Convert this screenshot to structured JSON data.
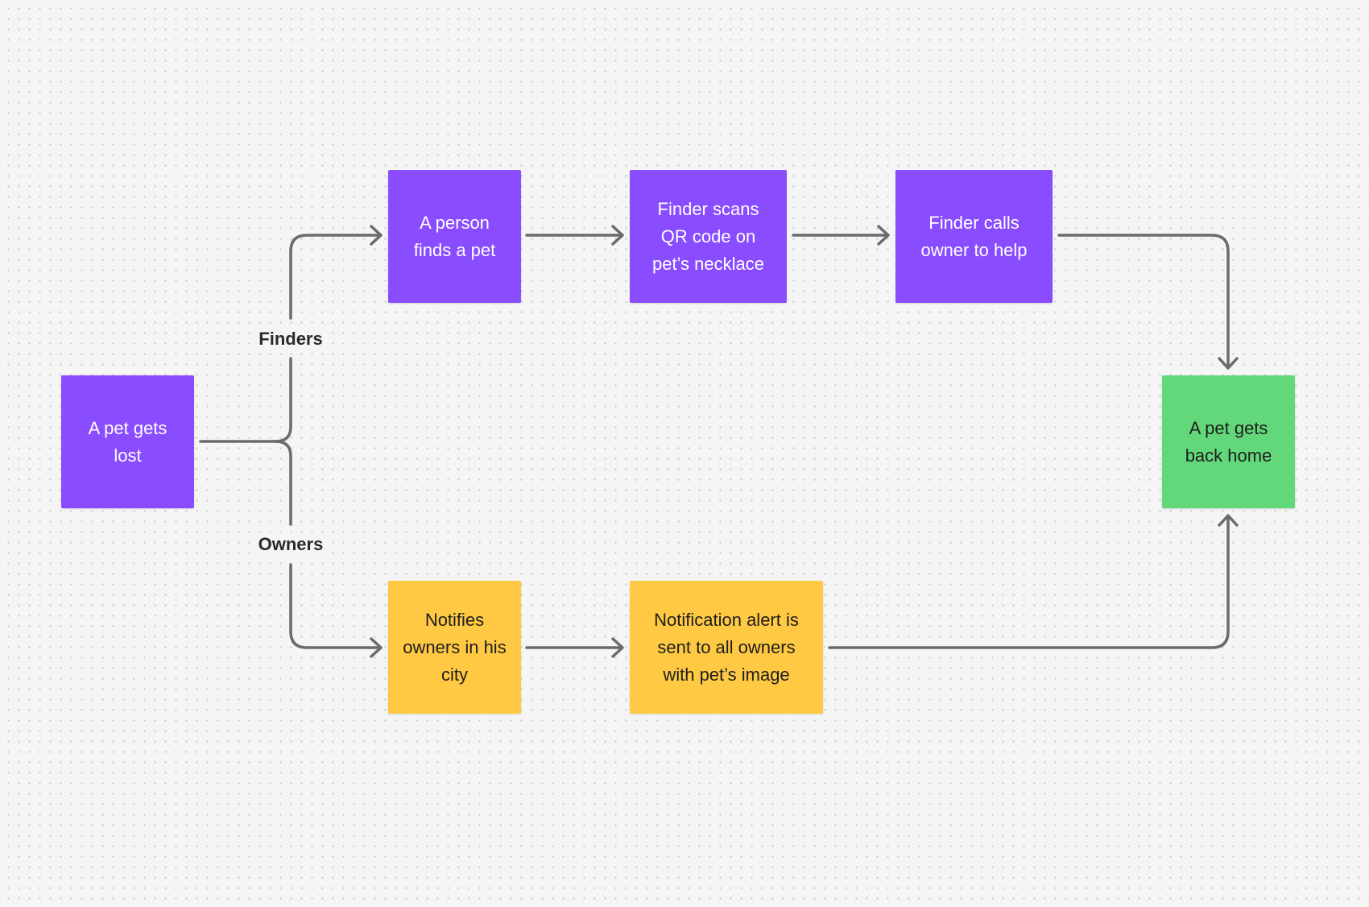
{
  "nodes": {
    "lost": "A pet gets lost",
    "finds": "A person finds a pet",
    "scans": "Finder scans QR code on pet’s necklace",
    "calls": "Finder calls owner to help",
    "home": "A pet gets back home",
    "notifies": "Notifies owners in his city",
    "alert": "Notification alert is sent to all owners with pet’s image"
  },
  "branches": {
    "finders": "Finders",
    "owners": "Owners"
  },
  "colors": {
    "purple": "#8a4cff",
    "yellow": "#ffc943",
    "green": "#63d87a",
    "connector": "#6b6b6b",
    "background": "#f5f5f5"
  }
}
